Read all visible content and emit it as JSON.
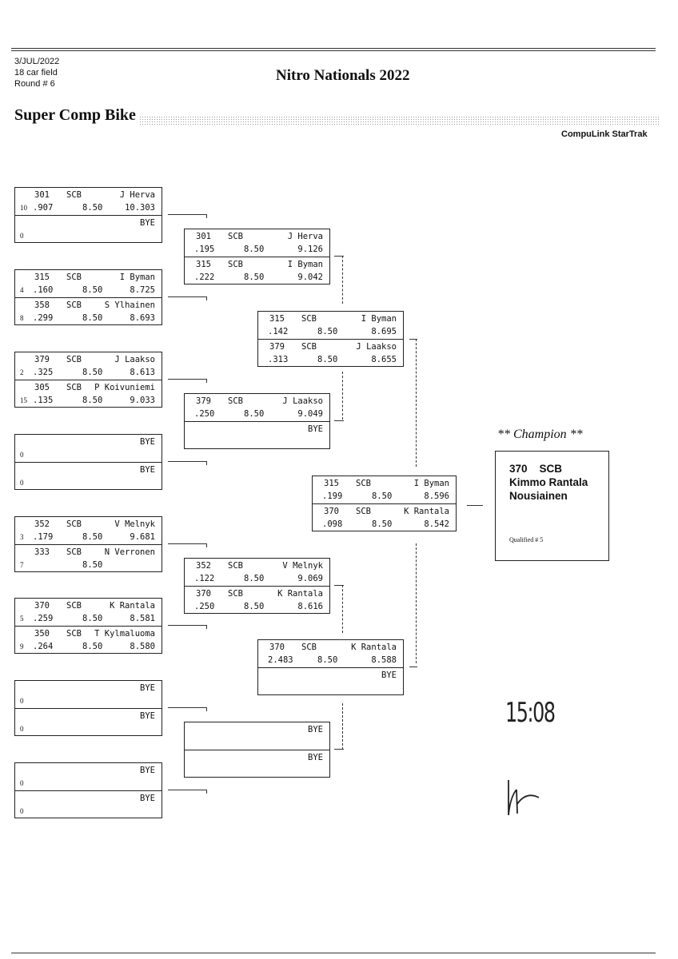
{
  "header": {
    "date": "3/JUL/2022",
    "field": "18 car field",
    "round": "Round # 6",
    "event_title": "Nitro Nationals 2022",
    "class_title": "Super Comp Bike",
    "software": "CompuLink StarTrak"
  },
  "round1": [
    {
      "slots": [
        {
          "num": "301",
          "cls": "SCB",
          "name": "J Herva",
          "seed": "10",
          "rt": ".907",
          "dial": "8.50",
          "et": "10.303"
        },
        {
          "num": "",
          "cls": "",
          "name": "BYE",
          "seed": "0",
          "rt": "",
          "dial": "",
          "et": ""
        }
      ]
    },
    {
      "slots": [
        {
          "num": "315",
          "cls": "SCB",
          "name": "I Byman",
          "seed": "4",
          "rt": ".160",
          "dial": "8.50",
          "et": "8.725"
        },
        {
          "num": "358",
          "cls": "SCB",
          "name": "S Ylhainen",
          "seed": "8",
          "rt": ".299",
          "dial": "8.50",
          "et": "8.693"
        }
      ]
    },
    {
      "slots": [
        {
          "num": "379",
          "cls": "SCB",
          "name": "J Laakso",
          "seed": "2",
          "rt": ".325",
          "dial": "8.50",
          "et": "8.613"
        },
        {
          "num": "305",
          "cls": "SCB",
          "name": "P Koivuniemi",
          "seed": "15",
          "rt": ".135",
          "dial": "8.50",
          "et": "9.033"
        }
      ]
    },
    {
      "slots": [
        {
          "num": "",
          "cls": "",
          "name": "BYE",
          "seed": "0",
          "rt": "",
          "dial": "",
          "et": ""
        },
        {
          "num": "",
          "cls": "",
          "name": "BYE",
          "seed": "0",
          "rt": "",
          "dial": "",
          "et": ""
        }
      ]
    },
    {
      "slots": [
        {
          "num": "352",
          "cls": "SCB",
          "name": "V Melnyk",
          "seed": "3",
          "rt": ".179",
          "dial": "8.50",
          "et": "9.681"
        },
        {
          "num": "333",
          "cls": "SCB",
          "name": "N Verronen",
          "seed": "7",
          "rt": "",
          "dial": "8.50",
          "et": ""
        }
      ]
    },
    {
      "slots": [
        {
          "num": "370",
          "cls": "SCB",
          "name": "K Rantala",
          "seed": "5",
          "rt": ".259",
          "dial": "8.50",
          "et": "8.581"
        },
        {
          "num": "350",
          "cls": "SCB",
          "name": "T Kylmaluoma",
          "seed": "9",
          "rt": ".264",
          "dial": "8.50",
          "et": "8.580"
        }
      ]
    },
    {
      "slots": [
        {
          "num": "",
          "cls": "",
          "name": "BYE",
          "seed": "0",
          "rt": "",
          "dial": "",
          "et": ""
        },
        {
          "num": "",
          "cls": "",
          "name": "BYE",
          "seed": "0",
          "rt": "",
          "dial": "",
          "et": ""
        }
      ]
    },
    {
      "slots": [
        {
          "num": "",
          "cls": "",
          "name": "BYE",
          "seed": "0",
          "rt": "",
          "dial": "",
          "et": ""
        },
        {
          "num": "",
          "cls": "",
          "name": "BYE",
          "seed": "0",
          "rt": "",
          "dial": "",
          "et": ""
        }
      ]
    }
  ],
  "round2": [
    {
      "slots": [
        {
          "num": "301",
          "cls": "SCB",
          "name": "J Herva",
          "rt": ".195",
          "dial": "8.50",
          "et": "9.126"
        },
        {
          "num": "315",
          "cls": "SCB",
          "name": "I Byman",
          "rt": ".222",
          "dial": "8.50",
          "et": "9.042"
        }
      ]
    },
    {
      "slots": [
        {
          "num": "379",
          "cls": "SCB",
          "name": "J Laakso",
          "rt": ".250",
          "dial": "8.50",
          "et": "9.049"
        },
        {
          "num": "",
          "cls": "",
          "name": "BYE",
          "rt": "",
          "dial": "",
          "et": ""
        }
      ]
    },
    {
      "slots": [
        {
          "num": "352",
          "cls": "SCB",
          "name": "V Melnyk",
          "rt": ".122",
          "dial": "8.50",
          "et": "9.069"
        },
        {
          "num": "370",
          "cls": "SCB",
          "name": "K Rantala",
          "rt": ".250",
          "dial": "8.50",
          "et": "8.616"
        }
      ]
    },
    {
      "slots": [
        {
          "num": "",
          "cls": "",
          "name": "BYE",
          "rt": "",
          "dial": "",
          "et": ""
        },
        {
          "num": "",
          "cls": "",
          "name": "BYE",
          "rt": "",
          "dial": "",
          "et": ""
        }
      ]
    }
  ],
  "round3": [
    {
      "slots": [
        {
          "num": "315",
          "cls": "SCB",
          "name": "I Byman",
          "rt": ".142",
          "dial": "8.50",
          "et": "8.695"
        },
        {
          "num": "379",
          "cls": "SCB",
          "name": "J Laakso",
          "rt": ".313",
          "dial": "8.50",
          "et": "8.655"
        }
      ]
    },
    {
      "slots": [
        {
          "num": "370",
          "cls": "SCB",
          "name": "K Rantala",
          "rt": "2.483",
          "dial": "8.50",
          "et": "8.588"
        },
        {
          "num": "",
          "cls": "",
          "name": "BYE",
          "rt": "",
          "dial": "",
          "et": ""
        }
      ]
    }
  ],
  "final": [
    {
      "slots": [
        {
          "num": "315",
          "cls": "SCB",
          "name": "I Byman",
          "rt": ".199",
          "dial": "8.50",
          "et": "8.596"
        },
        {
          "num": "370",
          "cls": "SCB",
          "name": "K Rantala",
          "rt": ".098",
          "dial": "8.50",
          "et": "8.542"
        }
      ]
    }
  ],
  "champion": {
    "label": "** Champion **",
    "line1": "370    SCB",
    "name": "Kimmo Rantala",
    "town": "Nousiainen",
    "qualified": "Qualified # 5"
  },
  "handwriting": {
    "time": "15:08"
  }
}
